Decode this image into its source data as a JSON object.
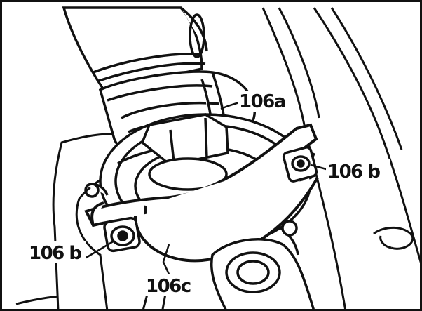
{
  "diagram": {
    "labels": {
      "a": "106a",
      "b_right": "106 b",
      "b_left": "106 b",
      "c": "106c"
    }
  }
}
